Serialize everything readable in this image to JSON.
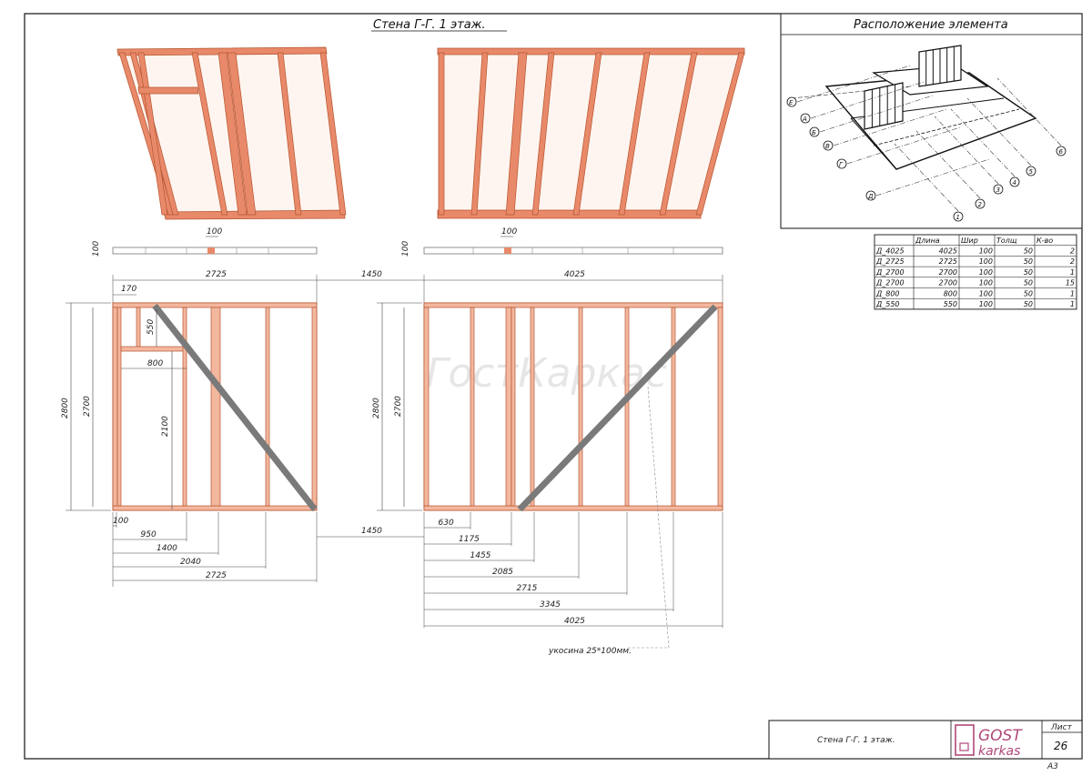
{
  "title": "Стена Г-Г.   1 этаж.",
  "location_title": "Расположение элемента",
  "axis_markers": [
    "1",
    "2",
    "3",
    "4",
    "5",
    "6"
  ],
  "axis_letters": [
    "А",
    "Б",
    "В",
    "Г",
    "Д",
    "Е"
  ],
  "spec_table": {
    "headers": [
      "",
      "Длина",
      "Шир",
      "Толщ",
      "К-во"
    ],
    "rows": [
      [
        "Д_4025",
        "4025",
        "100",
        "50",
        "2"
      ],
      [
        "Д_2725",
        "2725",
        "100",
        "50",
        "2"
      ],
      [
        "Д_2700",
        "2700",
        "100",
        "50",
        "1"
      ],
      [
        "Д_2700",
        "2700",
        "100",
        "50",
        "15"
      ],
      [
        "Д_800",
        "800",
        "100",
        "50",
        "1"
      ],
      [
        "Д_550",
        "550",
        "100",
        "50",
        "1"
      ]
    ]
  },
  "dims": {
    "top_left_100": "100",
    "top_right_100": "100",
    "side_left_100": "100",
    "side_right_100": "100",
    "overall_left": "2725",
    "gap": "1450",
    "overall_right": "4025",
    "left_170": "170",
    "left_550": "550",
    "left_800": "800",
    "left_2100": "2100",
    "left_2800": "2800",
    "left_2700": "2700",
    "right_2800": "2800",
    "right_2700": "2700",
    "gap_bottom": "1450",
    "left_bottom": [
      "100",
      "950",
      "1400",
      "2040",
      "2725"
    ],
    "right_bottom": [
      "630",
      "1175",
      "1455",
      "2085",
      "2715",
      "3345",
      "4025"
    ]
  },
  "brace_note": "укосина 25*100мм.",
  "watermark": "ГостКаркас",
  "stamp": {
    "title": "Стена Г-Г.   1 этаж.",
    "logo_top": "GOST",
    "logo_bottom": "karkas",
    "sheet_label": "Лист",
    "sheet_number": "26",
    "format": "А3"
  },
  "colors": {
    "timber": "#e8896a",
    "timber_dark": "#b5552f",
    "timber_light": "#f3b79e",
    "brace": "#7a7a7a",
    "line": "#1a1a1a"
  }
}
